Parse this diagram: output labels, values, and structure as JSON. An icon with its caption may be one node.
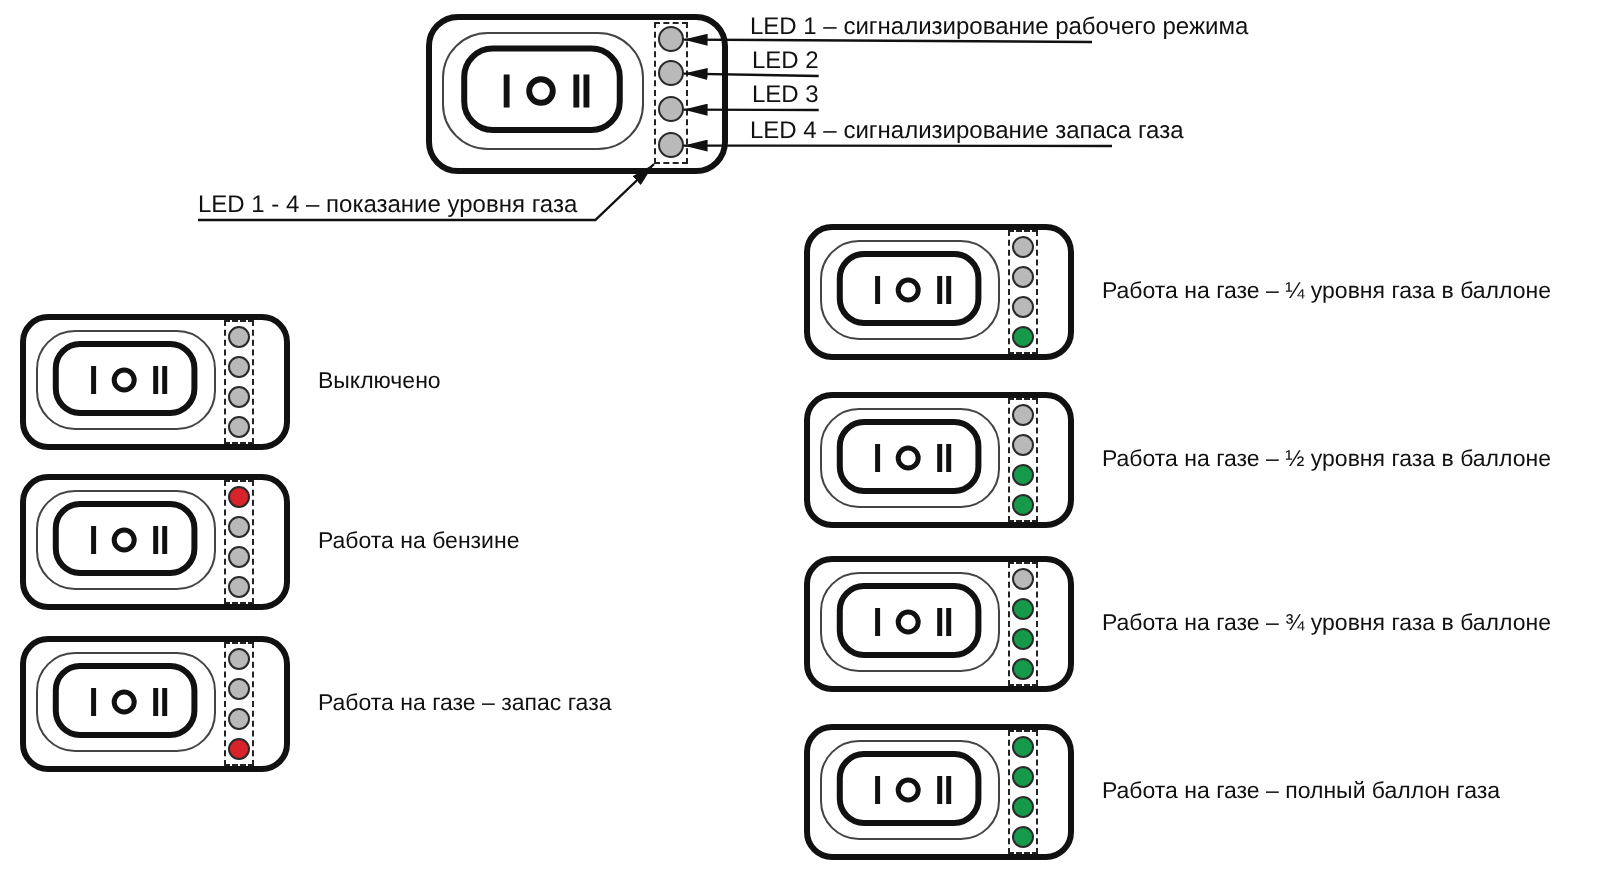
{
  "diagram": {
    "nodes": [
      {
        "text": [],
        "shape": "picture"
      },
      {
        "text": [],
        "shape": "box",
        "in": 0
      },
      {
        "text": [],
        "shape": "circle",
        "in": 1
      },
      {
        "text": [],
        "shape": "circle",
        "in": 1
      },
      {
        "text": [],
        "shape": "circle",
        "in": 1
      },
      {
        "text": [],
        "shape": "circle",
        "in": 1
      },
      {
        "text": [
          "LED 1 – сигнализирование рабочего режима"
        ]
      },
      {
        "text": [
          "LED 2"
        ]
      },
      {
        "text": [
          "LED 3"
        ]
      },
      {
        "text": [
          "LED 4 – сигнализирование запаса газа"
        ]
      },
      {
        "text": [
          "LED 1 - 4 – показание уровня газа"
        ]
      },
      {
        "text": [],
        "shape": "picture",
        "beside": [
          "Выключено"
        ]
      },
      {
        "text": [],
        "shape": "picture",
        "beside": [
          "Работа на бензине"
        ]
      },
      {
        "text": [],
        "shape": "picture",
        "beside": [
          "Работа на газе – запас газа"
        ]
      },
      {
        "text": [],
        "shape": "picture",
        "beside": [
          "Работа на газе – ¼ уровня газа в баллоне"
        ]
      },
      {
        "text": [],
        "shape": "picture",
        "beside": [
          "Работа на газе – ½ уровня газа в баллоне"
        ]
      },
      {
        "text": [],
        "shape": "picture",
        "beside": [
          "Работа на газе – ¾ уровня газа в баллоне"
        ]
      },
      {
        "text": [],
        "shape": "picture",
        "beside": [
          "Работа на газе – полный баллон газа"
        ]
      }
    ],
    "edges": [
      {
        "from": 6,
        "to": 2,
        "arrow": "to"
      },
      {
        "from": 7,
        "to": 3,
        "arrow": "to"
      },
      {
        "from": 8,
        "to": 4,
        "arrow": "to"
      },
      {
        "from": 9,
        "to": 5,
        "arrow": "to"
      },
      {
        "from": 10,
        "to": 1,
        "arrow": "to"
      }
    ]
  }
}
